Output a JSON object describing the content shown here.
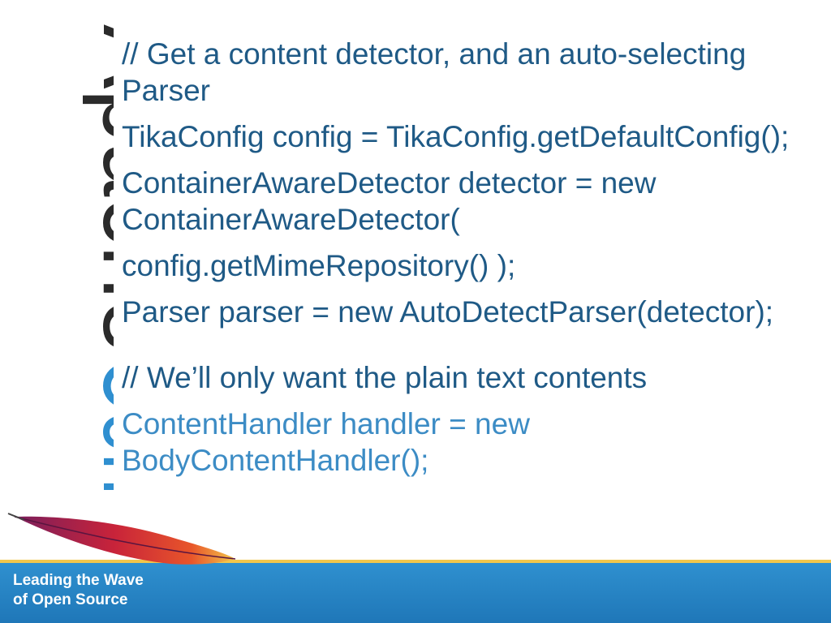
{
  "brand": {
    "logo_text_dark": "Apache",
    "logo_text_blue": "Con",
    "tagline_line1": "Leading the Wave",
    "tagline_line2": "of Open Source",
    "colors": {
      "logo_dark": "#2b2b2b",
      "logo_blue": "#2f8fd0",
      "text": "#1f5a86",
      "bar": "#1f77b8",
      "bar_stripe": "#f3c64a",
      "feather_red": "#c8233a",
      "feather_orange": "#f08a24"
    }
  },
  "slide": {
    "lines": [
      "// Get a content detector, and an auto-selecting Parser",
      "TikaConfig config = TikaConfig.getDefaultConfig();",
      "ContainerAwareDetector detector = new ContainerAwareDetector(",
      "config.getMimeRepository() );",
      "Parser parser = new AutoDetectParser(detector);",
      "// We’ll only want the plain text contents",
      "ContentHandler handler = new BodyContentHandler();"
    ]
  }
}
